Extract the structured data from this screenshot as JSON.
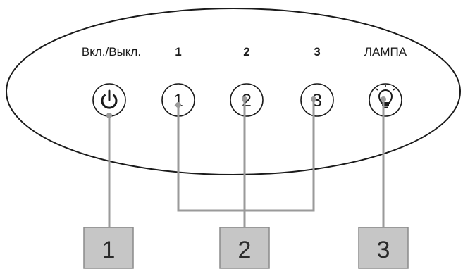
{
  "panel": {
    "labels": {
      "power": "Вкл./Выкл.",
      "speed1": "1",
      "speed2": "2",
      "speed3": "3",
      "lamp": "ЛАМПА"
    },
    "buttons": {
      "speed1_digit": "1",
      "speed2_digit": "2",
      "speed3_digit": "3"
    },
    "icons": {
      "power": "power-icon",
      "lamp": "light-bulb-icon"
    }
  },
  "callouts": {
    "c1": "1",
    "c2": "2",
    "c3": "3"
  },
  "colors": {
    "callout_fill": "#c6c6c6",
    "leader_line": "#9a9a9a",
    "outline": "#1a1a1a"
  }
}
